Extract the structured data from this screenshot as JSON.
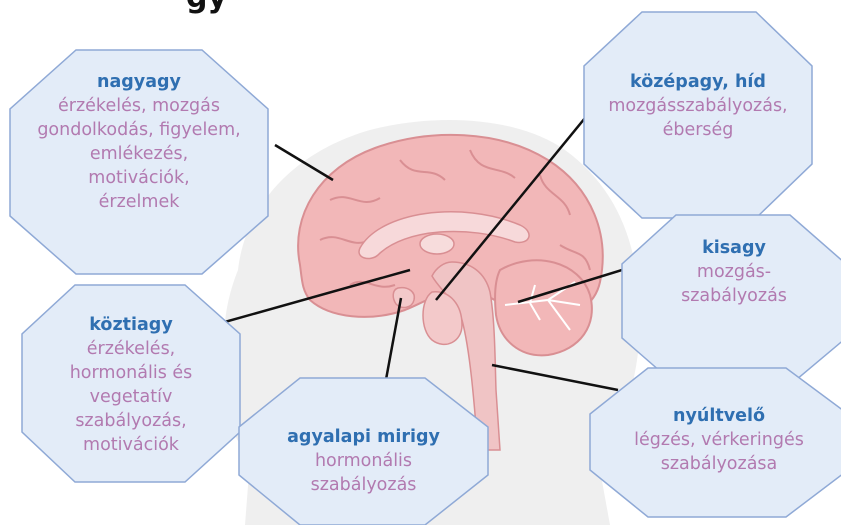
{
  "title_partial": "gy",
  "colors": {
    "heading": "#2f6fb1",
    "body": "#b27ab0",
    "octagon_fill": "#e3ecf8",
    "octagon_stroke": "#8fa9d6",
    "brain": "#f2b7b8",
    "head_silhouette": "#efefef"
  },
  "regions": [
    {
      "key": "nagyagy",
      "heading": "nagyagy",
      "lines": [
        "érzékelés, mozgás",
        "gondolkodás, figyelem,",
        "emlékezés,",
        "motivációk,",
        "érzelmek"
      ]
    },
    {
      "key": "kozepagy",
      "heading": "középagy, híd",
      "lines": [
        "mozgásszabályozás,",
        "éberség"
      ]
    },
    {
      "key": "kisagy",
      "heading": "kisagy",
      "lines": [
        "mozgás-",
        "szabályozás"
      ]
    },
    {
      "key": "koztiagy",
      "heading": "köztiagy",
      "lines": [
        "érzékelés,",
        "hormonális és",
        "vegetatív",
        "szabályozás,",
        "motivációk"
      ]
    },
    {
      "key": "agyalapi",
      "heading": "agyalapi mirigy",
      "lines": [
        "hormonális",
        "szabályozás"
      ]
    },
    {
      "key": "nyultvelo",
      "heading": "nyúltvelő",
      "lines": [
        "légzés, vérkeringés",
        "szabályozása"
      ]
    }
  ]
}
